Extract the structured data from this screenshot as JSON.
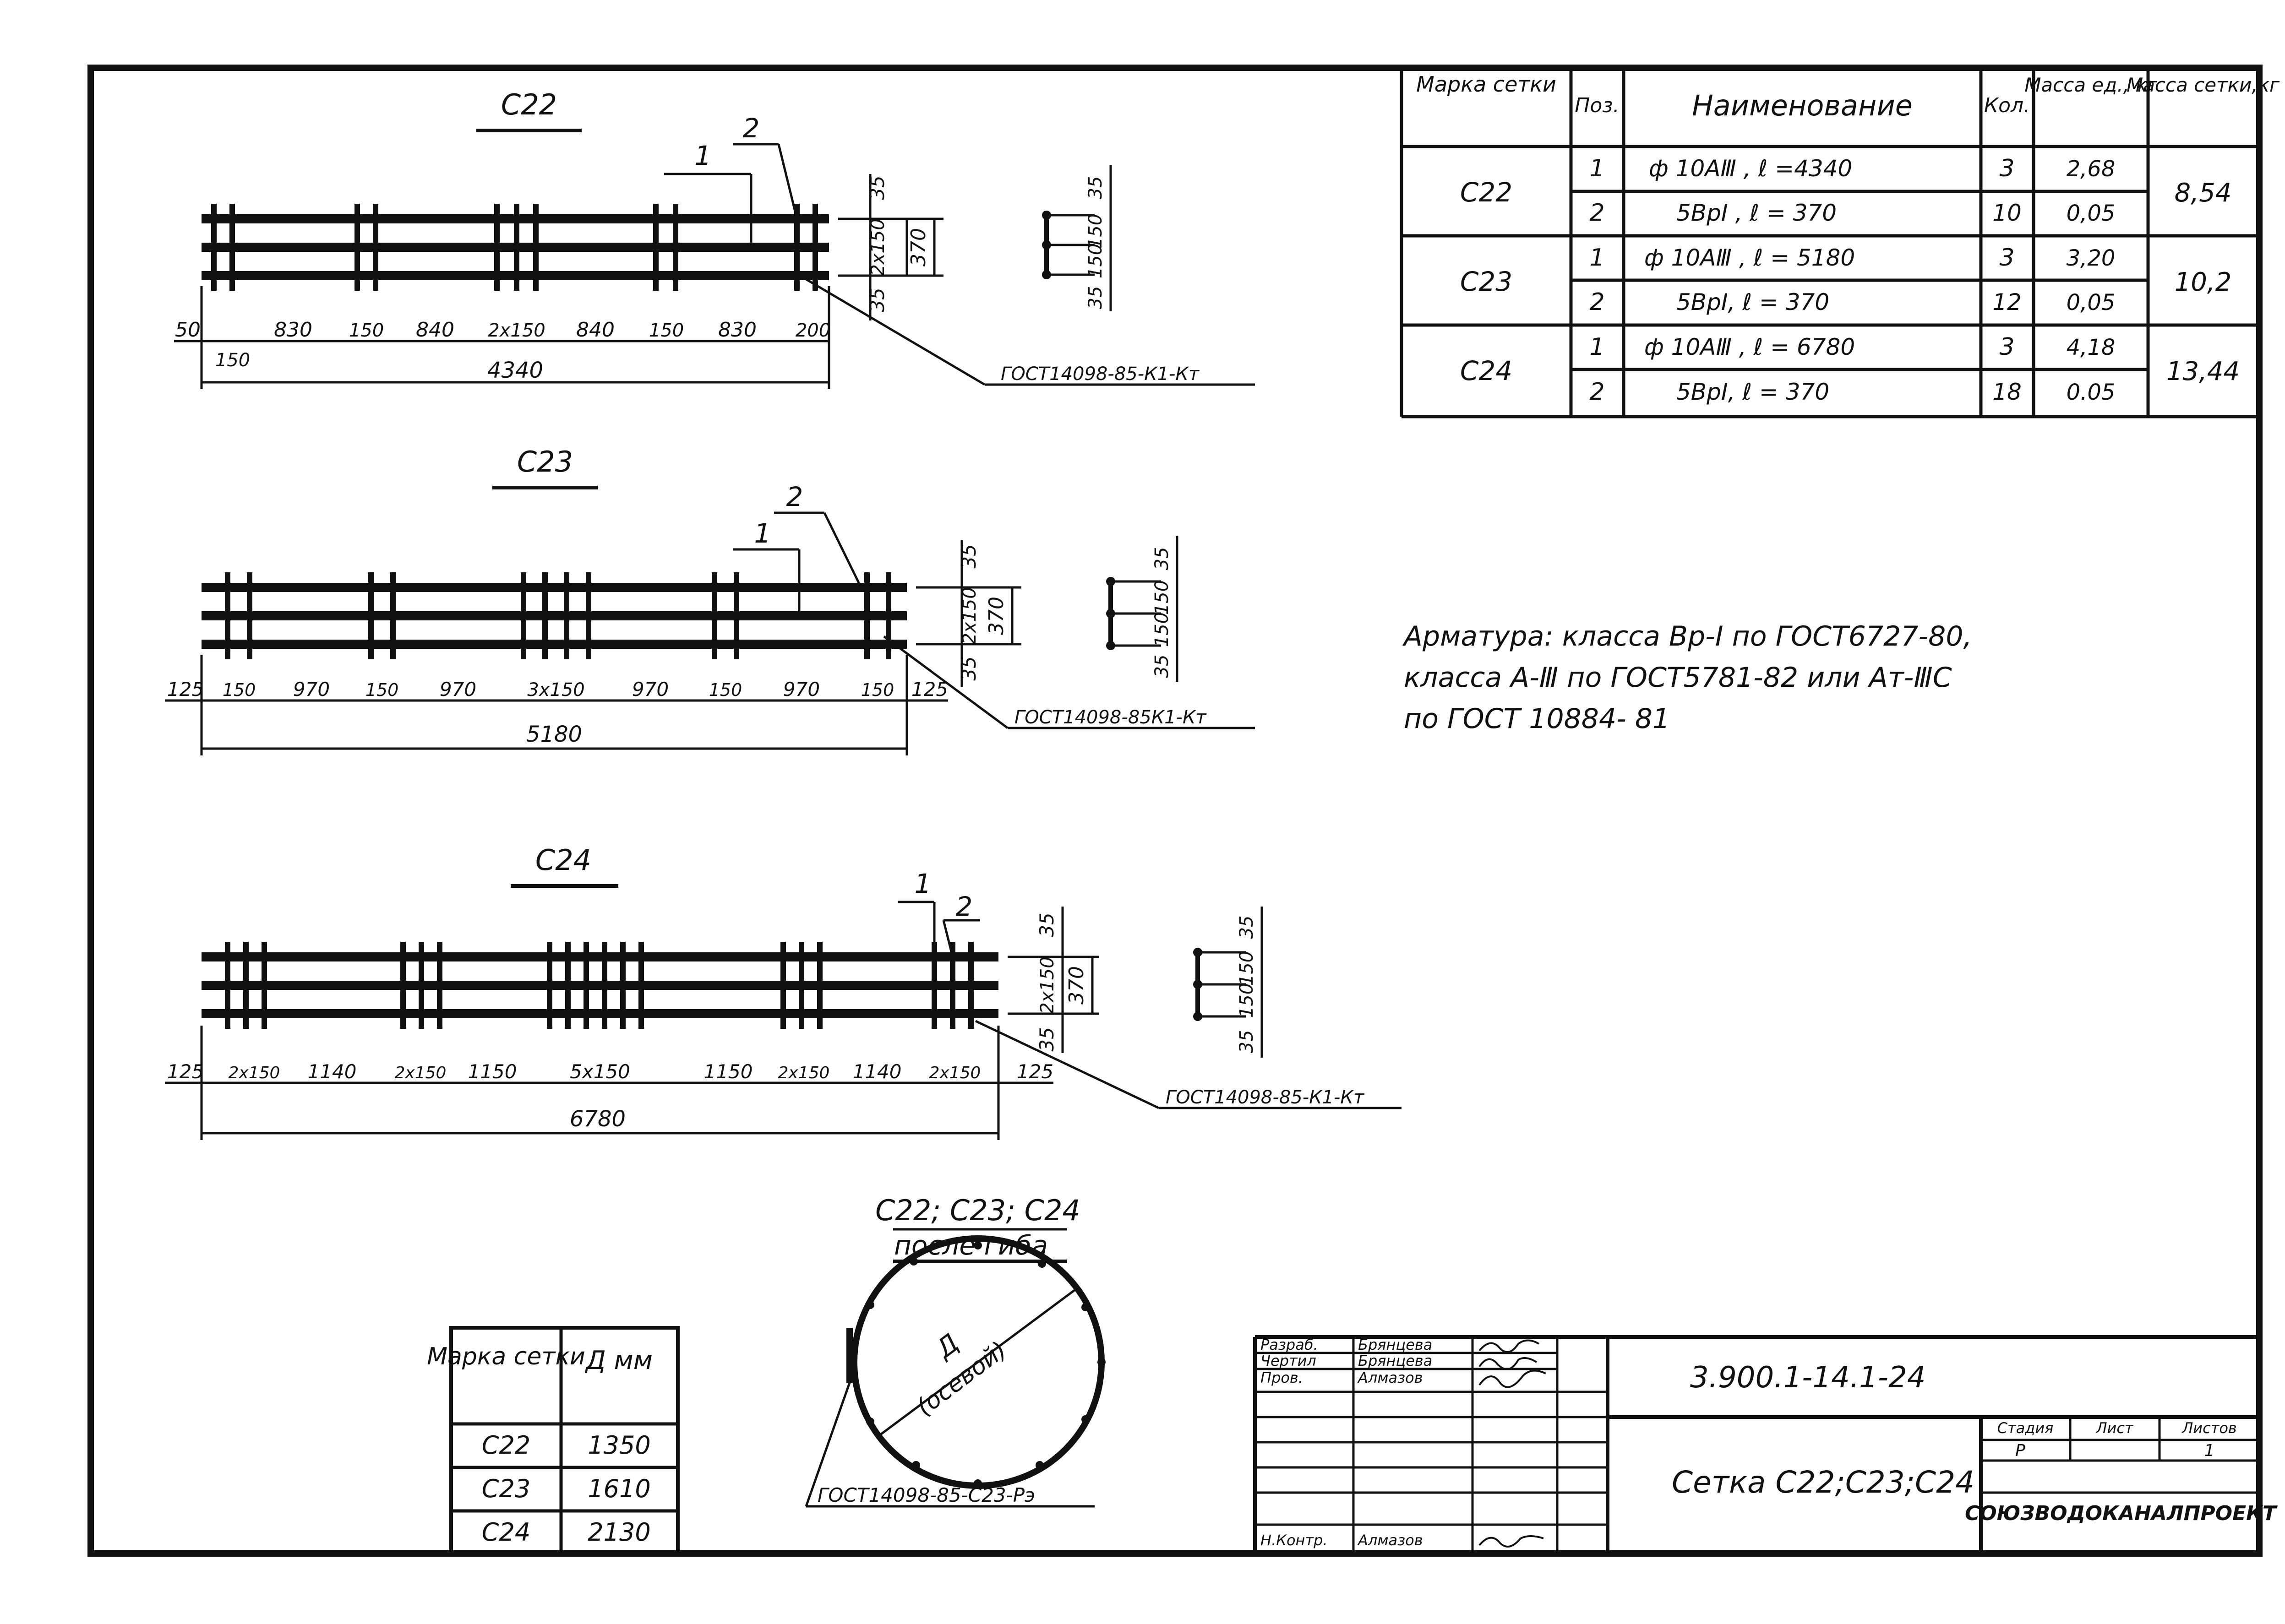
{
  "meshes": [
    {
      "title": "C22",
      "pos_labels": [
        "1",
        "2"
      ],
      "dims_bottom": [
        "50",
        "830",
        "150",
        "840",
        "2x150",
        "840",
        "150",
        "830",
        "200"
      ],
      "dim_below_first": "150",
      "total": "4340",
      "dims_right": [
        "35",
        "2x150",
        "35"
      ],
      "dim_right_total": "370",
      "section_dims": [
        "35",
        "150",
        "150",
        "35"
      ],
      "weld_note": "ГОСТ14098-85-К1-Кт"
    },
    {
      "title": "C23",
      "pos_labels": [
        "1",
        "2"
      ],
      "dims_bottom": [
        "125",
        "150",
        "970",
        "150",
        "970",
        "3x150",
        "970",
        "150",
        "970",
        "150",
        "125"
      ],
      "total": "5180",
      "dims_right": [
        "35",
        "2x150",
        "35"
      ],
      "dim_right_total": "370",
      "section_dims": [
        "35",
        "150",
        "150",
        "35"
      ],
      "weld_note": "ГОСТ14098-85К1-Кт"
    },
    {
      "title": "C24",
      "pos_labels": [
        "1",
        "2"
      ],
      "dims_bottom": [
        "125",
        "2x150",
        "1140",
        "2x150",
        "1150",
        "5x150",
        "1150",
        "2x150",
        "1140",
        "2x150",
        "125"
      ],
      "total": "6780",
      "dims_right": [
        "35",
        "2x150",
        "35"
      ],
      "dim_right_total": "370",
      "section_dims": [
        "35",
        "150",
        "150",
        "35"
      ],
      "weld_note": "ГОСТ14098-85-К1-Кт"
    }
  ],
  "spec_table": {
    "headers": [
      "Марка сетки",
      "Поз.",
      "Наименование",
      "Кол.",
      "Масса ед., кг",
      "Масса сетки,кг"
    ],
    "groups": [
      {
        "mark": "C22",
        "total": "8,54",
        "rows": [
          {
            "pos": "1",
            "name": "ф 10AⅢ ,   ℓ =4340",
            "qty": "3",
            "mass": "2,68"
          },
          {
            "pos": "2",
            "name": "5BpI ,    ℓ = 370",
            "qty": "10",
            "mass": "0,05"
          }
        ]
      },
      {
        "mark": "C23",
        "total": "10,2",
        "rows": [
          {
            "pos": "1",
            "name": "ф 10AⅢ ,    ℓ = 5180",
            "qty": "3",
            "mass": "3,20"
          },
          {
            "pos": "2",
            "name": "5BpI,    ℓ = 370",
            "qty": "12",
            "mass": "0,05"
          }
        ]
      },
      {
        "mark": "C24",
        "total": "13,44",
        "rows": [
          {
            "pos": "1",
            "name": "ф 10AⅢ ,    ℓ = 6780",
            "qty": "3",
            "mass": "4,18"
          },
          {
            "pos": "2",
            "name": "5BpI,    ℓ = 370",
            "qty": "18",
            "mass": "0.05"
          }
        ]
      }
    ]
  },
  "note": [
    "Арматура: класса Bp-I по ГОСТ6727-80,",
    "класса  A-Ⅲ по ГОСТ5781-82 или Aт-ⅢC",
    "по ГОСТ 10884- 81"
  ],
  "diameter_table": {
    "headers": [
      "Марка сетки",
      "Д мм"
    ],
    "rows": [
      [
        "C22",
        "1350"
      ],
      [
        "C23",
        "1610"
      ],
      [
        "C24",
        "2130"
      ]
    ]
  },
  "ring": {
    "title": "C22; C23; C24",
    "subtitle": "после гиба",
    "label_d": "Д",
    "label_axis": "(осевой)",
    "weld_note": "ГОСТ14098-85-С23-Рэ"
  },
  "title_block": {
    "roles": [
      {
        "role": "Разраб.",
        "name": "Брянцева"
      },
      {
        "role": "Чертил",
        "name": "Брянцева"
      },
      {
        "role": "Пров.",
        "name": "Алмазов"
      },
      {
        "role": "Н.Контр.",
        "name": "Алмазов"
      }
    ],
    "code": "3.900.1-14.1-24",
    "title": "Сетка C22;C23;C24",
    "stage_label": "Стадия",
    "sheet_label": "Лист",
    "sheets_label": "Листов",
    "stage": "P",
    "sheets": "1",
    "org": "СОЮЗВОДОКАНАЛПРОЕКТ"
  }
}
